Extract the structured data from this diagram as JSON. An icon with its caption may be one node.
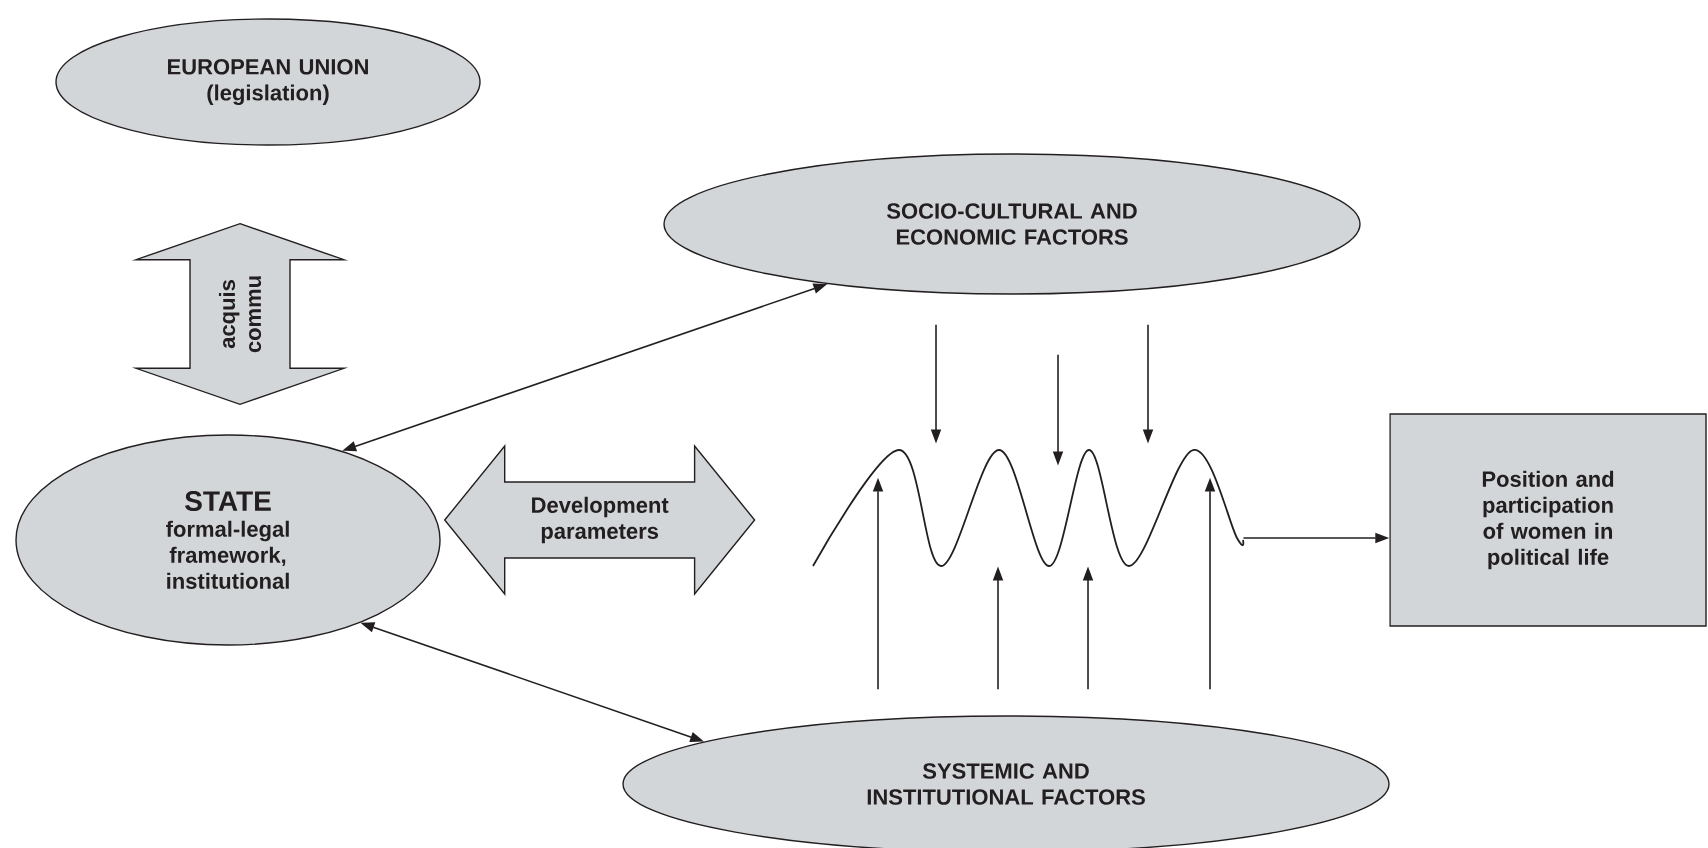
{
  "diagram": {
    "nodes": [
      {
        "text": [
          "EUROPEAN UNION (legislation)"
        ]
      },
      {
        "text": [
          "STATE",
          "formal-legal framework, institutional"
        ]
      },
      {
        "text": [
          "SOCIO-CULTURAL AND ECONOMIC FACTORS"
        ]
      },
      {
        "text": [],
        "shape": "wave"
      },
      {
        "text": [
          "Position and participation of women in political life"
        ]
      },
      {
        "text": [
          "SYSTEMIC AND INSTITUTIONAL FACTORS"
        ]
      }
    ],
    "edges": [
      {
        "from": 0,
        "to": 1,
        "arrow": "both",
        "label": "acquis commu"
      },
      {
        "from": 1,
        "to": 3,
        "arrow": "both",
        "label": "Development parameters"
      },
      {
        "from": 1,
        "to": 2,
        "arrow": "both"
      },
      {
        "from": 1,
        "to": 5,
        "arrow": "both"
      },
      {
        "from": 2,
        "to": 3,
        "arrow": "to"
      },
      {
        "from": 2,
        "to": 3,
        "arrow": "to"
      },
      {
        "from": 2,
        "to": 3,
        "arrow": "to"
      },
      {
        "from": 5,
        "to": 3,
        "arrow": "to"
      },
      {
        "from": 5,
        "to": 3,
        "arrow": "to"
      },
      {
        "from": 5,
        "to": 3,
        "arrow": "to"
      },
      {
        "from": 5,
        "to": 3,
        "arrow": "to"
      },
      {
        "from": 3,
        "to": 4,
        "arrow": "to"
      }
    ]
  }
}
